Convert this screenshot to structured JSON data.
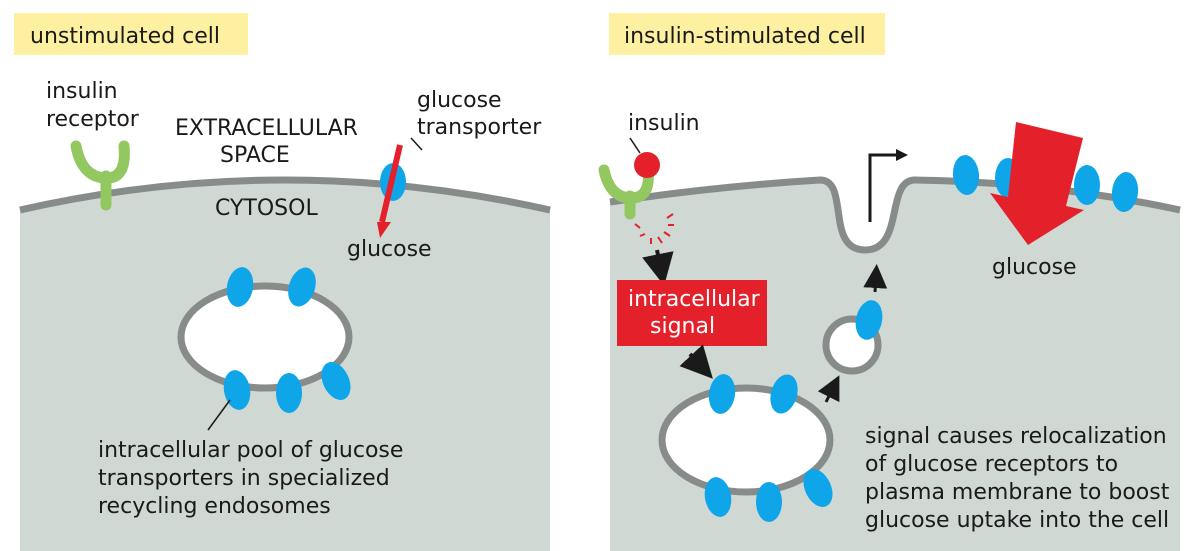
{
  "panels": {
    "left": {
      "title": "unstimulated cell",
      "insulin_receptor": [
        "insulin",
        "receptor"
      ],
      "extracellular": [
        "EXTRACELLULAR",
        "SPACE"
      ],
      "cytosol": "CYTOSOL",
      "glucose_transporter": [
        "glucose",
        "transporter"
      ],
      "glucose": "glucose",
      "pool_caption": [
        "intracellular pool of glucose",
        "transporters in specialized",
        "recycling endosomes"
      ]
    },
    "right": {
      "title": "insulin-stimulated cell",
      "insulin": "insulin",
      "signal_box": [
        "intracellular",
        "signal"
      ],
      "glucose": "glucose",
      "caption": [
        "signal causes relocalization",
        "of glucose receptors to",
        "plasma membrane to boost",
        "glucose uptake into the cell"
      ]
    }
  },
  "colors": {
    "cytosol": "#cfd8d3",
    "membrane": "#878c8b",
    "transporter": "#0ea5e9",
    "receptor": "#93c760",
    "insulin": "#e4212a",
    "glucose_arrow": "#e4212a",
    "title_bg": "#fdf0a0",
    "signal_box": "#e4212a"
  }
}
